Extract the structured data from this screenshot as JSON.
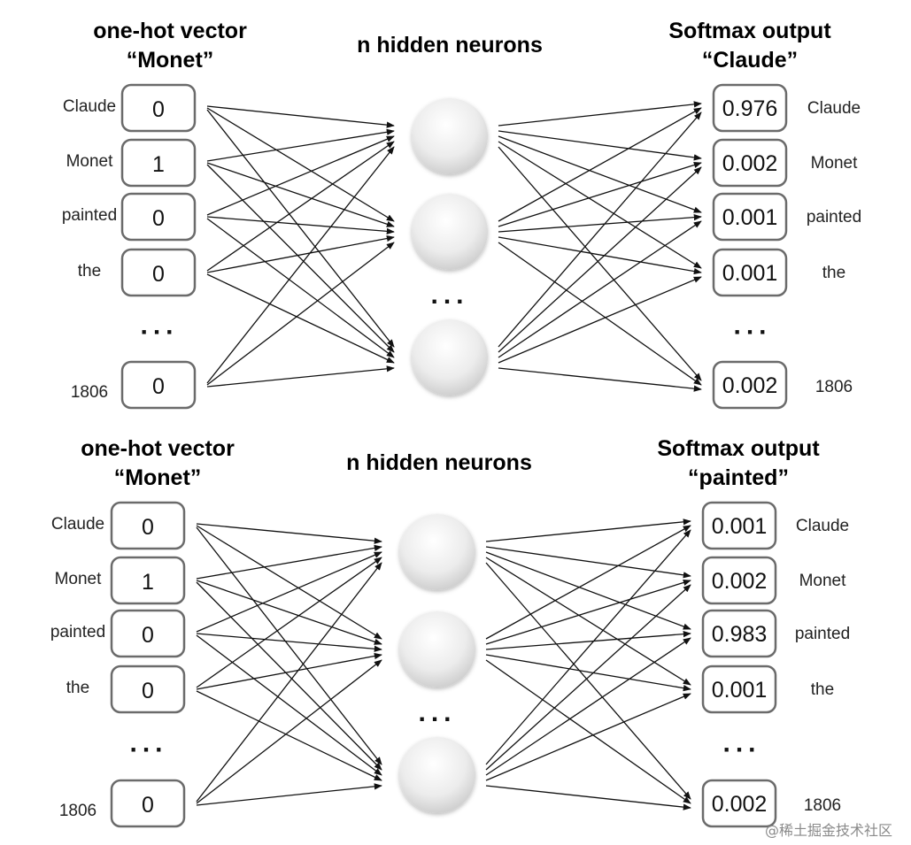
{
  "panels": [
    {
      "input_title": [
        "one-hot vector",
        "“Monet”"
      ],
      "hidden_title": "n hidden neurons",
      "output_title": [
        "Softmax output",
        "“Claude”"
      ],
      "rows": [
        {
          "word": "Claude",
          "input": "0",
          "output": "0.976"
        },
        {
          "word": "Monet",
          "input": "1",
          "output": "0.002"
        },
        {
          "word": "painted",
          "input": "0",
          "output": "0.001"
        },
        {
          "word": "the",
          "input": "0",
          "output": "0.001"
        },
        {
          "word": "1806",
          "input": "0",
          "output": "0.002"
        }
      ],
      "ellipsis": "..."
    },
    {
      "input_title": [
        "one-hot vector",
        "“Monet”"
      ],
      "hidden_title": "n hidden neurons",
      "output_title": [
        "Softmax output",
        "“painted”"
      ],
      "rows": [
        {
          "word": "Claude",
          "input": "0",
          "output": "0.001"
        },
        {
          "word": "Monet",
          "input": "1",
          "output": "0.002"
        },
        {
          "word": "painted",
          "input": "0",
          "output": "0.983"
        },
        {
          "word": "the",
          "input": "0",
          "output": "0.001"
        },
        {
          "word": "1806",
          "input": "0",
          "output": "0.002"
        }
      ],
      "ellipsis": "..."
    }
  ],
  "watermark": "@稀土掘金技术社区"
}
